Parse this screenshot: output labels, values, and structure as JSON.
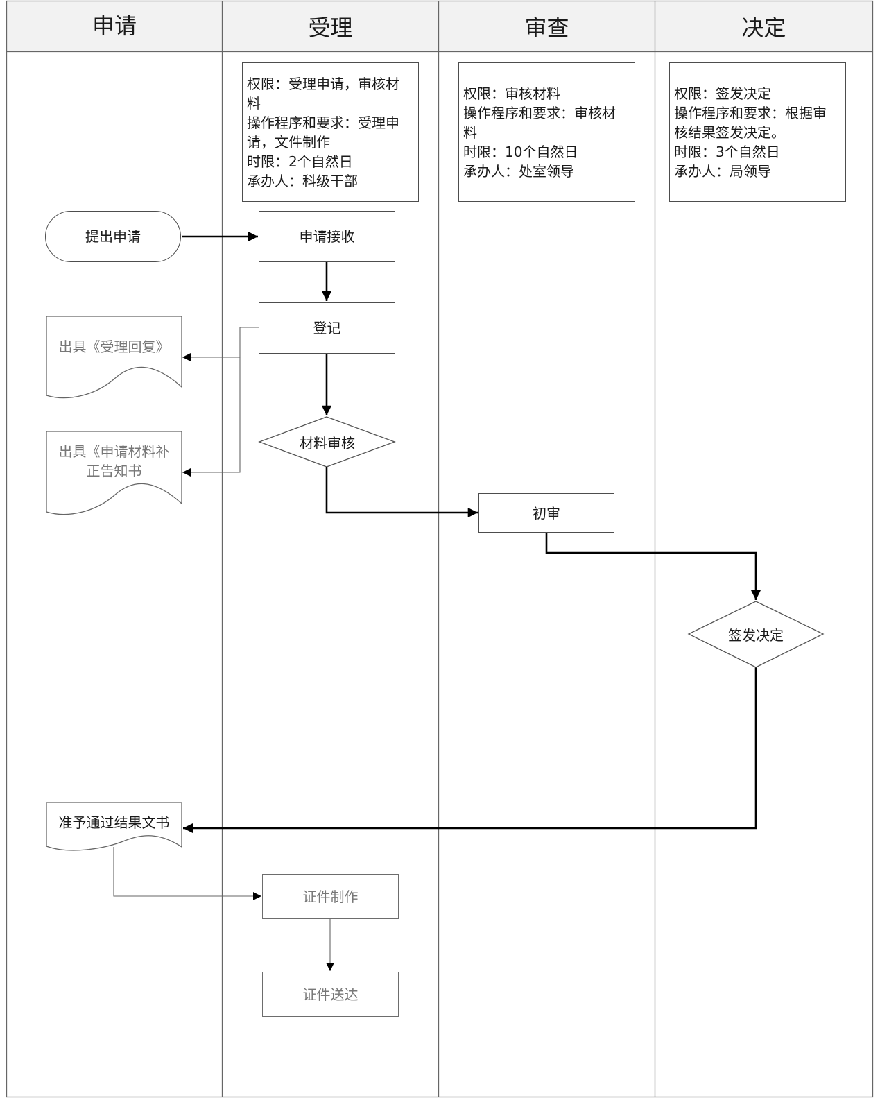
{
  "lanes": [
    "申请",
    "受理",
    "审查",
    "决定"
  ],
  "info_boxes": {
    "acceptance": {
      "line1": "权限：受理申请，审核材",
      "line2": "料",
      "line3": "操作程序和要求：受理申",
      "line4": "请，文件制作",
      "line5": "时限：2个自然日",
      "line6": "承办人：科级干部"
    },
    "review": {
      "line1": "权限：审核材料",
      "line2": "操作程序和要求：审核材",
      "line3": "料",
      "line4": "时限：10个自然日",
      "line5": "承办人：处室领导"
    },
    "decision": {
      "line1": "权限：签发决定",
      "line2": "操作程序和要求：根据审",
      "line3": "核结果签发决定。",
      "line4": "时限：3个自然日",
      "line5": "承办人：局领导"
    }
  },
  "nodes": {
    "submit": "提出申请",
    "receive": "申请接收",
    "register": "登记",
    "material_review": "材料审核",
    "initial_review": "初审",
    "sign_decision": "签发决定",
    "cert_make": "证件制作",
    "cert_deliver": "证件送达"
  },
  "documents": {
    "reply": "出具《受理回复》",
    "supplement_line1": "出具《申请材料补",
    "supplement_line2": "正告知书",
    "result": "准予通过结果文书"
  },
  "colors": {
    "line": "#4d4d4d",
    "arrow_bold": "#000000",
    "header_bg": "#f2f2f2",
    "muted_text": "#777777"
  }
}
